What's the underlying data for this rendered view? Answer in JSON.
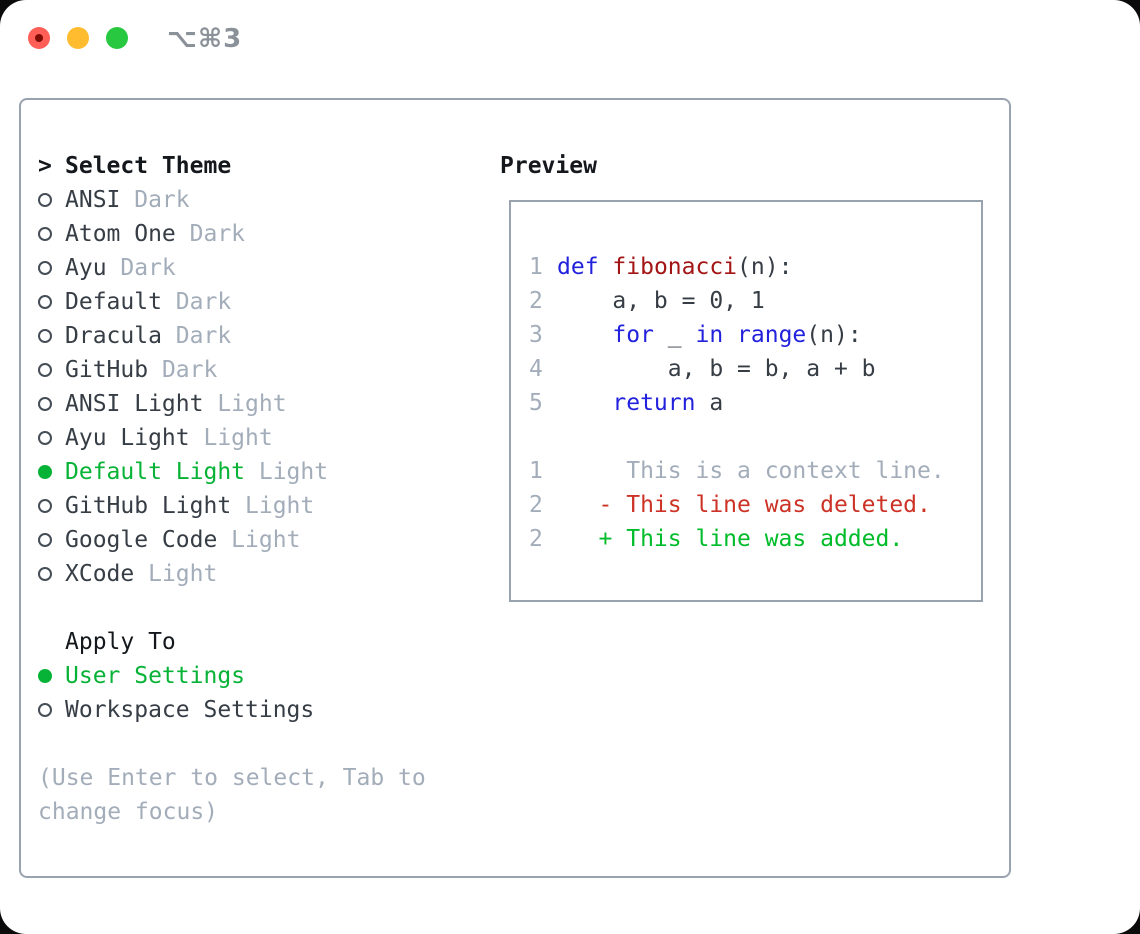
{
  "window": {
    "title": "⌥⌘3",
    "traffic_lights": [
      {
        "name": "close-button"
      },
      {
        "name": "minimize-button"
      },
      {
        "name": "zoom-button"
      }
    ]
  },
  "colors": {
    "text": "#363d45",
    "heading": "#14181d",
    "muted": "#a3adba",
    "accent_green": "#07b336",
    "added_green": "#00bc2a",
    "deleted_red": "#cc3326",
    "keyword_blue": "#2222dd",
    "function_red": "#a31515",
    "border": "#99a3af",
    "title_gray": "#8b9199",
    "close_red": "#ff5f57",
    "close_dot": "#7e0d05",
    "minimize_yellow": "#febc2e",
    "zoom_green": "#28c840"
  },
  "theme_picker": {
    "prompt": ">",
    "title": "Select Theme",
    "themes": [
      {
        "name": "ANSI",
        "variant": "Dark",
        "selected": false
      },
      {
        "name": "Atom One",
        "variant": "Dark",
        "selected": false
      },
      {
        "name": "Ayu",
        "variant": "Dark",
        "selected": false
      },
      {
        "name": "Default",
        "variant": "Dark",
        "selected": false
      },
      {
        "name": "Dracula",
        "variant": "Dark",
        "selected": false
      },
      {
        "name": "GitHub",
        "variant": "Dark",
        "selected": false
      },
      {
        "name": "ANSI Light",
        "variant": "Light",
        "selected": false
      },
      {
        "name": "Ayu Light",
        "variant": "Light",
        "selected": false
      },
      {
        "name": "Default Light",
        "variant": "Light",
        "selected": true
      },
      {
        "name": "GitHub Light",
        "variant": "Light",
        "selected": false
      },
      {
        "name": "Google Code",
        "variant": "Light",
        "selected": false
      },
      {
        "name": "XCode",
        "variant": "Light",
        "selected": false
      }
    ]
  },
  "apply_to": {
    "title": "Apply To",
    "options": [
      {
        "label": "User Settings",
        "selected": true
      },
      {
        "label": "Workspace Settings",
        "selected": false
      }
    ]
  },
  "help": {
    "line1": "(Use Enter to select, Tab to",
    "line2": "change focus)"
  },
  "preview": {
    "title": "Preview",
    "lines": [
      {
        "num": "1",
        "segments": [
          {
            "text": "def",
            "color": "keyword_blue"
          },
          {
            "text": " ",
            "color": "text"
          },
          {
            "text": "fibonacci",
            "color": "function_red"
          },
          {
            "text": "(n):",
            "color": "text"
          }
        ]
      },
      {
        "num": "2",
        "segments": [
          {
            "text": "    a, b = 0, 1",
            "color": "text"
          }
        ]
      },
      {
        "num": "3",
        "segments": [
          {
            "text": "    ",
            "color": "text"
          },
          {
            "text": "for",
            "color": "keyword_blue"
          },
          {
            "text": " _ ",
            "color": "text"
          },
          {
            "text": "in",
            "color": "keyword_blue"
          },
          {
            "text": " ",
            "color": "text"
          },
          {
            "text": "range",
            "color": "keyword_blue"
          },
          {
            "text": "(n):",
            "color": "text"
          }
        ]
      },
      {
        "num": "4",
        "segments": [
          {
            "text": "        a, b = b, a + b",
            "color": "text"
          }
        ]
      },
      {
        "num": "5",
        "segments": [
          {
            "text": "    ",
            "color": "text"
          },
          {
            "text": "return",
            "color": "keyword_blue"
          },
          {
            "text": " a",
            "color": "text"
          }
        ]
      },
      {
        "num": "",
        "segments": []
      },
      {
        "num": "1",
        "segments": [
          {
            "text": "     This is a context line.",
            "color": "muted"
          }
        ]
      },
      {
        "num": "2",
        "segments": [
          {
            "text": "   - This line was deleted.",
            "color": "deleted_red"
          }
        ]
      },
      {
        "num": "2",
        "segments": [
          {
            "text": "   + This line was added.",
            "color": "added_green"
          }
        ]
      }
    ]
  }
}
